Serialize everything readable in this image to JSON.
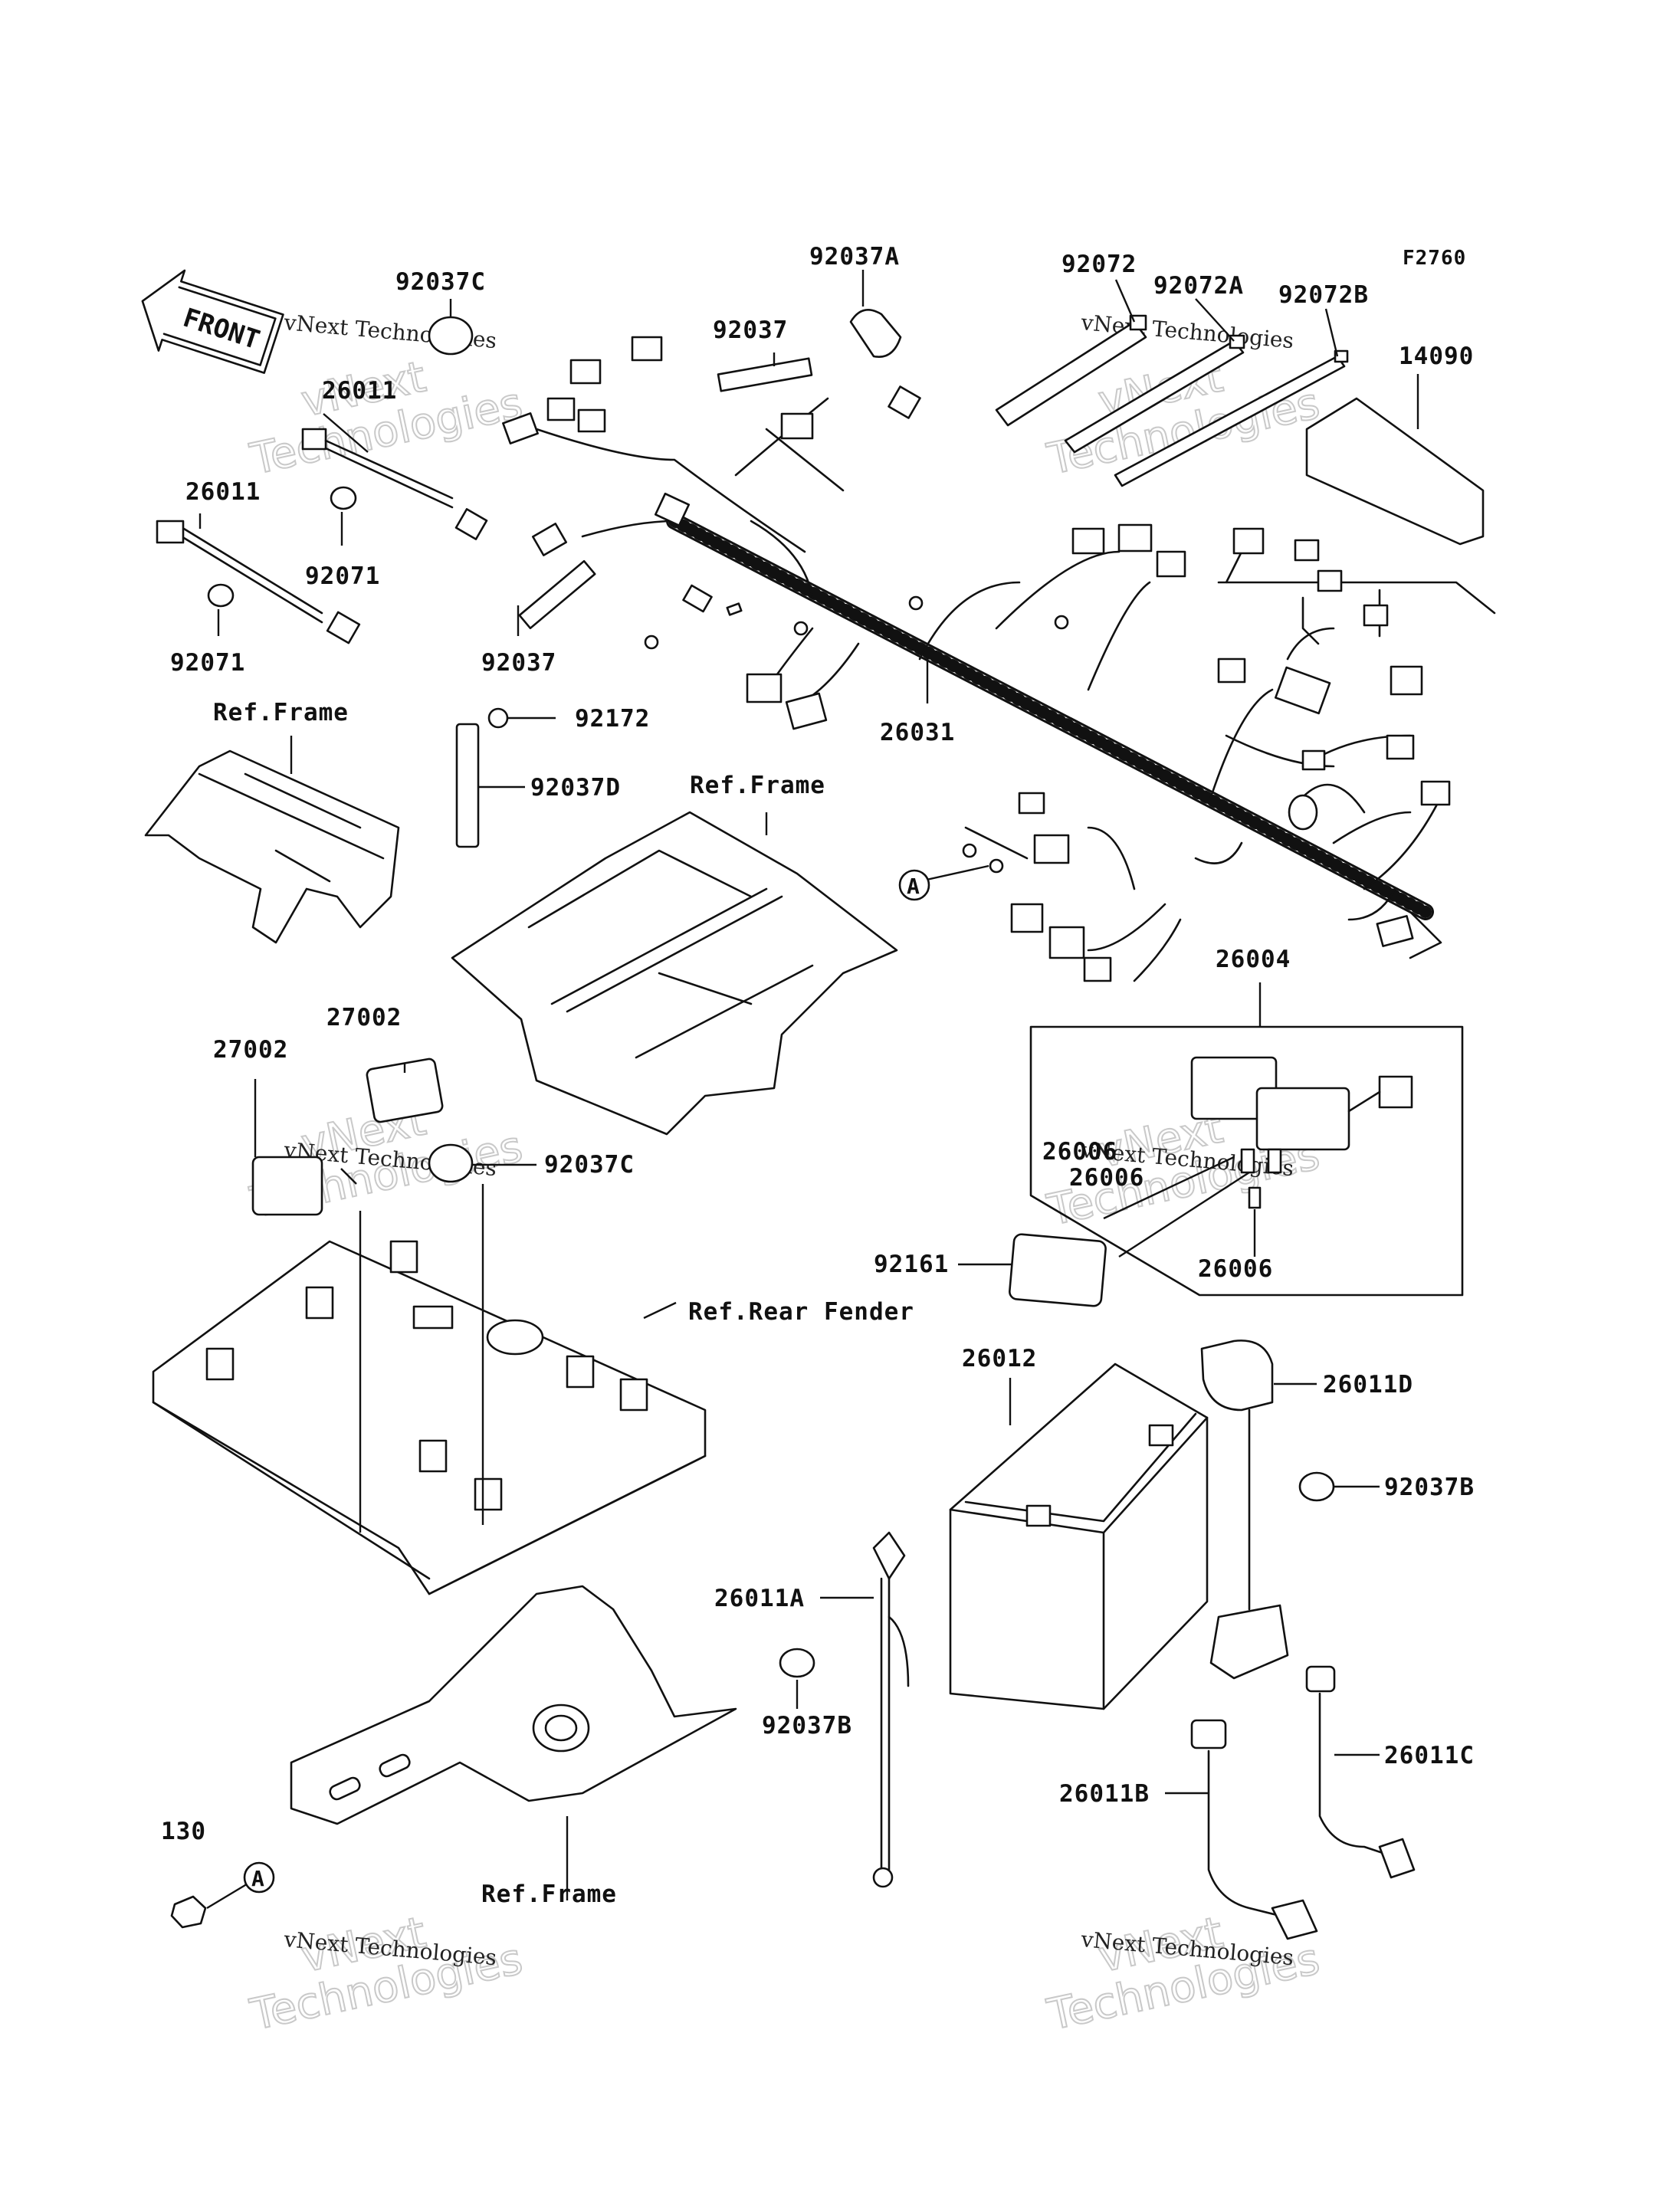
{
  "figure_code": "F2760",
  "front_label": "FRONT",
  "watermark": {
    "brand": "vNext",
    "line2": "Technologies",
    "caption": "vNext Technologies"
  },
  "callouts": {
    "c92037C_top": "92037C",
    "c26011_top": "26011",
    "c26011_left": "26011",
    "c92071_mid": "92071",
    "c92071_low": "92071",
    "c92037": "92037",
    "c92037_low": "92037",
    "c92037A": "92037A",
    "c92072": "92072",
    "c92072A": "92072A",
    "c92072B": "92072B",
    "c14090": "14090",
    "c92172": "92172",
    "c92037D": "92037D",
    "c26031": "26031",
    "c26004": "26004",
    "c27002_right": "27002",
    "c27002_left": "27002",
    "c92037C_mid": "92037C",
    "c26006_a": "26006",
    "c26006_b": "26006",
    "c26006_c": "26006",
    "c92161": "92161",
    "c26012": "26012",
    "c26011D": "26011D",
    "c92037B_right": "92037B",
    "c26011A": "26011A",
    "c92037B_left": "92037B",
    "c26011C": "26011C",
    "c26011B": "26011B",
    "c130": "130"
  },
  "references": {
    "ref_frame_top": "Ref.Frame",
    "ref_frame_mid": "Ref.Frame",
    "ref_rear_fender": "Ref.Rear Fender",
    "ref_frame_bottom": "Ref.Frame"
  },
  "markers": {
    "marker_a_top": "A",
    "marker_a_bottom": "A"
  }
}
